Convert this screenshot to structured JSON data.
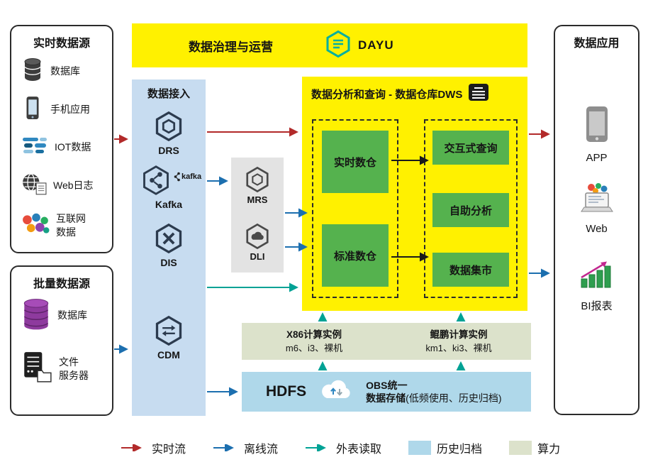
{
  "colors": {
    "realtime_flow": "#B22A2A",
    "offline_flow": "#1C6FAF",
    "external_read": "#00A295",
    "history_archive": "#AFD8EA",
    "compute_power": "#DCE2CB",
    "banner_yellow": "#FFF100",
    "ingestion_blue": "#C7DCF0",
    "warehouse_green": "#55B24E"
  },
  "realtime_sources": {
    "title": "实时数据源",
    "items": [
      {
        "label": "数据库"
      },
      {
        "label": "手机应用"
      },
      {
        "label": "IOT数据"
      },
      {
        "label": "Web日志"
      },
      {
        "label": "互联网\n数据"
      }
    ]
  },
  "batch_sources": {
    "title": "批量数据源",
    "items": [
      {
        "label": "数据库"
      },
      {
        "label": "文件\n服务器"
      }
    ]
  },
  "governance": {
    "title": "数据治理与运营",
    "brand": "DAYU"
  },
  "ingestion": {
    "title": "数据接入",
    "items": [
      {
        "label": "DRS"
      },
      {
        "label": "Kafka",
        "badge": "kafka"
      },
      {
        "label": "DIS"
      },
      {
        "label": "CDM"
      }
    ]
  },
  "processing": {
    "items": [
      {
        "label": "MRS"
      },
      {
        "label": "DLI"
      }
    ]
  },
  "dws": {
    "title": "数据分析和查询 - 数据仓库DWS",
    "warehouses": [
      {
        "label": "实时数仓"
      },
      {
        "label": "标准数仓"
      }
    ],
    "services": [
      {
        "label": "交互式查询"
      },
      {
        "label": "自助分析"
      },
      {
        "label": "数据集市"
      }
    ]
  },
  "compute": {
    "x86_title": "X86计算实例",
    "x86_models": "m6、i3、裸机",
    "kunpeng_title": "鲲鹏计算实例",
    "kunpeng_models": "km1、ki3、裸机"
  },
  "storage": {
    "hdfs": "HDFS",
    "obs_line1": "OBS统一",
    "obs_line2": "数据存储",
    "obs_note": "(低频使用、历史归档)"
  },
  "applications": {
    "title": "数据应用",
    "items": [
      {
        "label": "APP"
      },
      {
        "label": "Web"
      },
      {
        "label": "BI报表"
      }
    ]
  },
  "legend": {
    "realtime": "实时流",
    "offline": "离线流",
    "external": "外表读取",
    "archive": "历史归档",
    "compute": "算力"
  }
}
